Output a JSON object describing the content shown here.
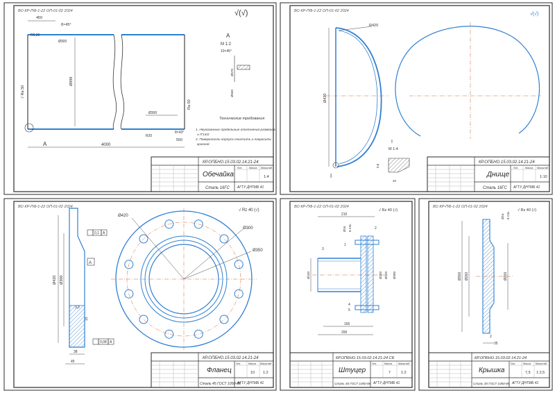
{
  "sheets": {
    "obechaika": {
      "stamp_rot": "ВО КР-ПФ-1-22 ОП-01-02 2024",
      "roughness": "√(√)",
      "designation": "КР.ОПБНО.15.03.02.14.21-24",
      "name": "Обечайка",
      "material": "Сталь 16ГС",
      "org": "АГТУ ДНТМБ 41",
      "scale": "1:4",
      "sheet_no": "",
      "title_hdr": [
        "Лит.",
        "Масса",
        "Масштаб"
      ],
      "dims": {
        "d450": "450",
        "b45": "8×45°",
        "r520": "R5,20",
        "d300a": "Ø300",
        "d898": "Ø898",
        "d300b": "Ø300",
        "r20": "R20",
        "b43": "8×43°",
        "d550": "550",
        "d4000": "4000",
        "ra50": "√ Ra 50",
        "ra50b": "Ra 50"
      },
      "view_A": "А",
      "view_scale": "М 1:2",
      "d10": "10×45°",
      "d570": "Ø570",
      "d560": "Ø560",
      "mark_A": "А",
      "tt_title": "Технические требования",
      "tt_lines": [
        "1. Неуказанные предельные отклонения размеров",
        "± IT14/2",
        "2. Поверхность корпуса очистить и покрасить",
        "краской"
      ]
    },
    "dnishe": {
      "stamp_rot": "ВО КР-ПФ-1-22 ОП-01-02 2024",
      "roughness": "√(√)",
      "designation": "КР.ОПБНО.15.03.02.14.21-24",
      "name": "Днище",
      "material": "Сталь 16ГС",
      "org": "АГТУ ДНТМБ 41",
      "scale": "1:10",
      "title_hdr": [
        "Лит.",
        "Масса",
        "Масштаб"
      ],
      "r420": "R420",
      "d430": "Ø430",
      "mark_I": "I",
      "view_I": "I",
      "view_scale": "М 1:4",
      "d08": "0,8",
      "d40": "40"
    },
    "flanec": {
      "stamp_rot": "ВО КР-ПФ-1-22 ОП-01-02 2024",
      "roughness": "√ Rz 40 (√)",
      "designation": "КР.ОПБНО.15.03.02.14.21-24",
      "name": "Фланец",
      "material": "Сталь 45 ГОСТ 1050-88",
      "org": "АГТУ ДНТМБ 41",
      "scale": "1:2",
      "mass": "10",
      "title_hdr": [
        "Лит.",
        "Масса",
        "Масштаб"
      ],
      "tol1": "0,1",
      "tolA": "А",
      "tol2": "0,08",
      "markA": "А",
      "d420": "Ø420",
      "d300": "Ø300",
      "d350": "Ø350",
      "d420b": "Ø420",
      "d300b": "Ø300",
      "d32": "3,2",
      "d38": "38",
      "d45": "45",
      "d15": "15"
    },
    "shtucer": {
      "stamp_rot": "ВО КР-ПФ-1-22 ОП-01-02 2024",
      "roughness": "√ Rz 40 (√)",
      "designation": "КР.ОПБНО.15.03.02.14.21-24 СБ",
      "name": "Штуцер",
      "material": "Сталь 45 ГОСТ 1050-88",
      "org": "АГТУ ДНТМБ 41",
      "scale": "1:2",
      "mass": "7",
      "title_hdr": [
        "Лит.",
        "Масса",
        "Масштаб"
      ],
      "d210": "210",
      "d165": "165",
      "d200": "200",
      "d8": "8 отв.",
      "d250": "Ø250",
      "d220": "Ø220",
      "d300": "Ø300",
      "d150": "Ø150",
      "d16": "Ø16",
      "pos": [
        "1",
        "2",
        "3",
        "4",
        "5"
      ]
    },
    "kryshka": {
      "stamp_rot": "ВО КР-ПФ-1-22 ОП-01-02 2024",
      "roughness": "√ Rz 40 (√)",
      "designation": "КР.ОПБНО.15.03.02.14.21-24",
      "name": "Крышка",
      "material": "Сталь 45 ГОСТ 1050-88",
      "org": "АГТУ ДНТМБ 41",
      "scale": "1:2,5",
      "mass": "7,5",
      "title_hdr": [
        "Лит.",
        "Масса",
        "Масштаб"
      ],
      "d300": "Ø300",
      "d260": "Ø260",
      "d200": "Ø200",
      "d16": "Ø16",
      "d8": "8 отв.",
      "d35": "35",
      "d2": "2"
    }
  },
  "colors": {
    "frame": "#2a2a2a",
    "line": "#1c1c1c",
    "blue": "#2f7fd0",
    "axis": "#d06030",
    "text": "#333333"
  }
}
